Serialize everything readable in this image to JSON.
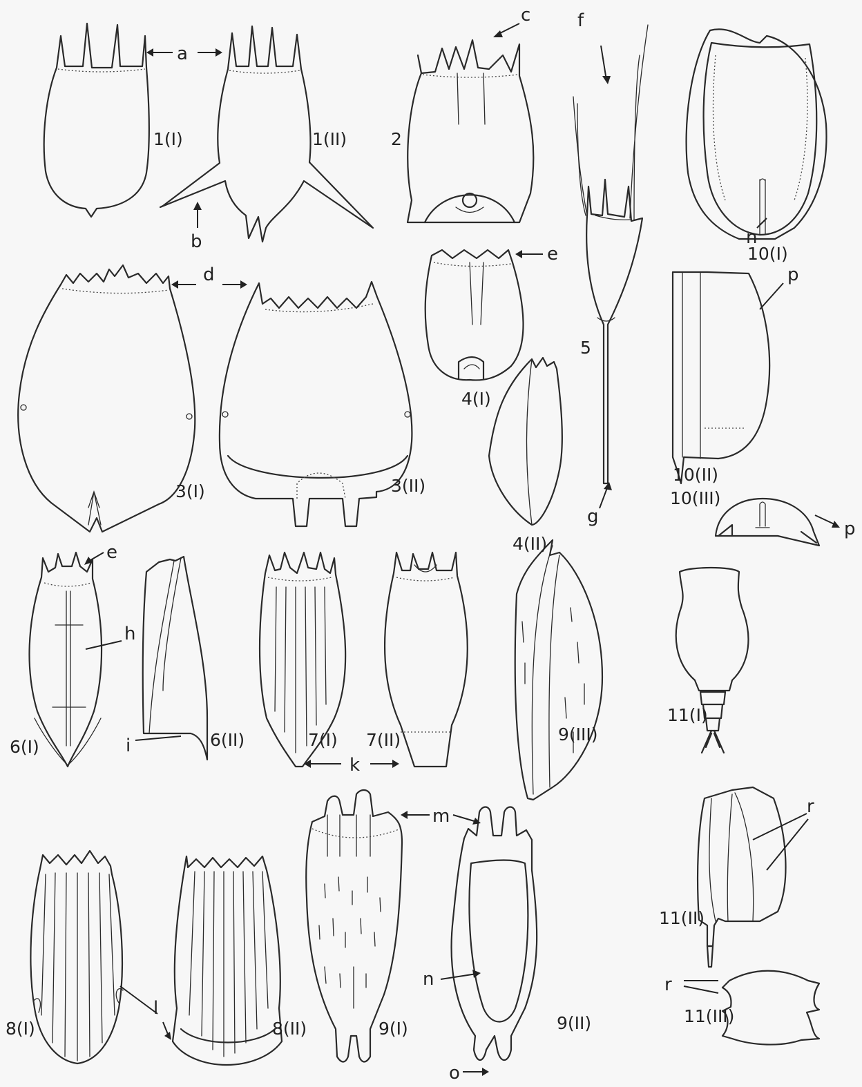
{
  "figure_labels": {
    "f1_1": "1(I)",
    "f1_2": "1(II)",
    "f2": "2",
    "f3_1": "3(I)",
    "f3_2": "3(II)",
    "f4_1": "4(I)",
    "f4_2": "4(II)",
    "f5": "5",
    "f6_1": "6(I)",
    "f6_2": "6(II)",
    "f7_1": "7(I)",
    "f7_2": "7(II)",
    "f8_1": "8(I)",
    "f8_2": "8(II)",
    "f9_1": "9(I)",
    "f9_2": "9(II)",
    "f9_3": "9(III)",
    "f10_1": "10(I)",
    "f10_2": "10(II)",
    "f10_3": "10(III)",
    "f11_1": "11(I)",
    "f11_2": "11(II)",
    "f11_3": "11(III)"
  },
  "callouts": {
    "a": "a",
    "b": "b",
    "c": "c",
    "d": "d",
    "e1": "e",
    "e2": "e",
    "f": "f",
    "g": "g",
    "h": "h",
    "i": "i",
    "k": "k",
    "l": "l",
    "m": "m",
    "n1": "n",
    "n2": "n",
    "o": "o",
    "p1": "p",
    "p2": "p",
    "r1": "r",
    "r2": "r"
  }
}
